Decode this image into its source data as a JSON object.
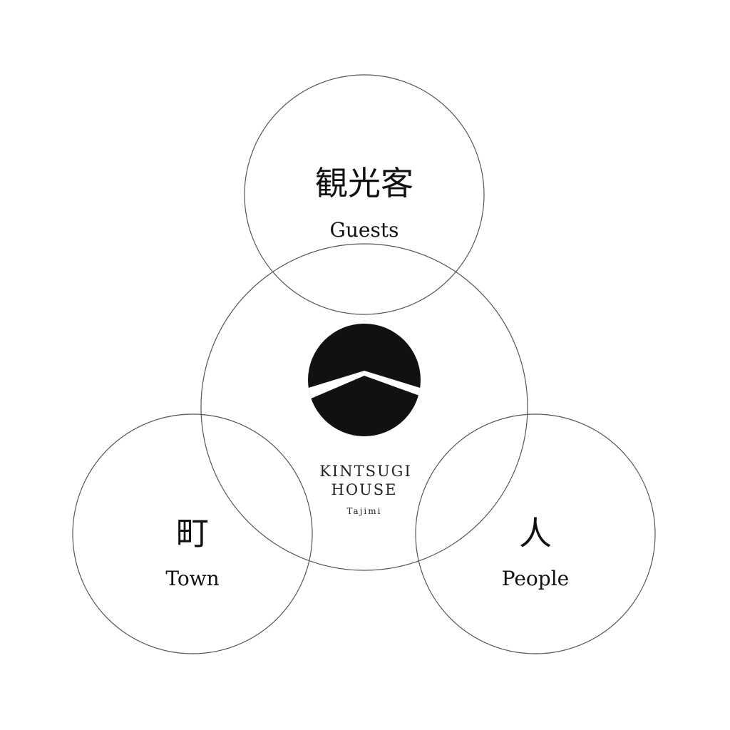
{
  "colors": {
    "background": "#ffffff",
    "line": "#555555",
    "text": "#111111",
    "logo": "#111111"
  },
  "circles": {
    "guests": {
      "kanji": "観光客",
      "label": "Guests"
    },
    "town": {
      "kanji": "町",
      "label": "Town"
    },
    "people": {
      "kanji": "人",
      "label": "People"
    }
  },
  "brand": {
    "logo_icon": "kintsugi-mountain-logo",
    "line1": "KINTSUGI",
    "line2": "HOUSE",
    "subtitle": "Tajimi"
  }
}
